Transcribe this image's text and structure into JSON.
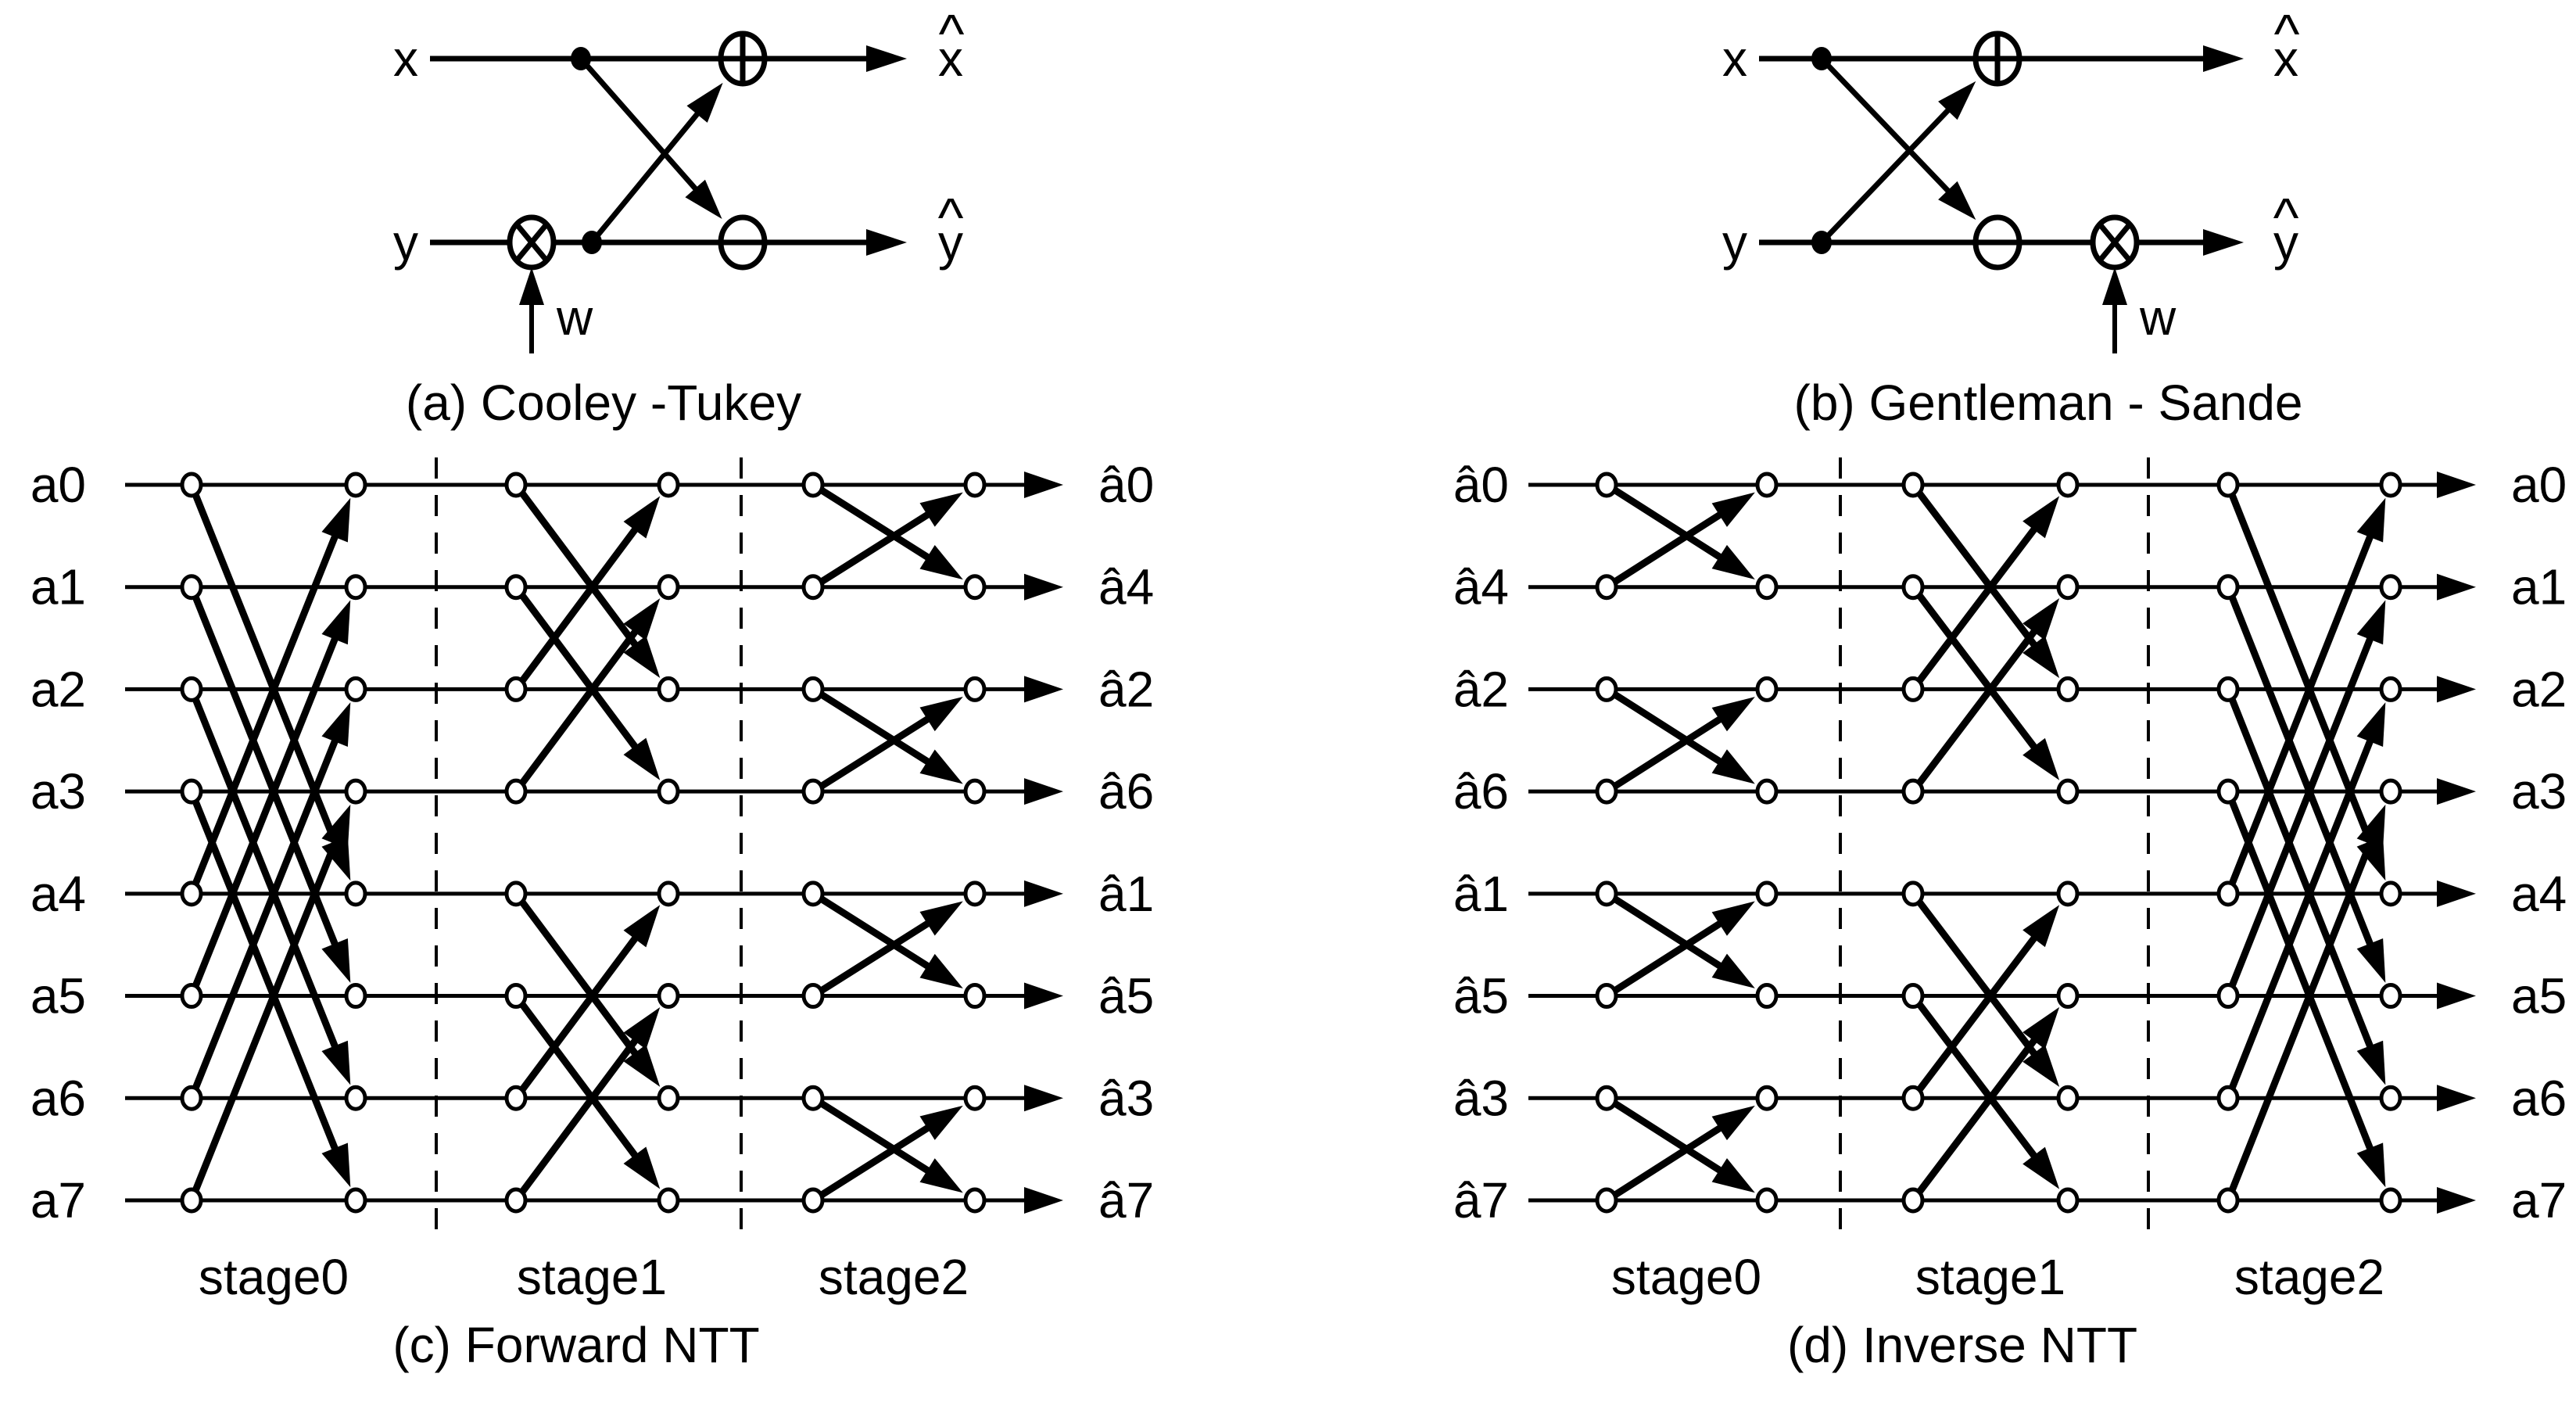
{
  "page": {
    "background": "#ffffff",
    "ink": "#000000"
  },
  "butterflies": [
    {
      "caption": "(a) Cooley -Tukey",
      "input_top": "x",
      "input_bottom": "y",
      "output_top": "x",
      "output_bottom": "y",
      "hat_mark": "^",
      "twiddle_label": "w",
      "top_operator": "plus-circle",
      "bottom_operator": "minus-circle",
      "multiplier_operator": "times-circle",
      "multiplier_position": "input-side"
    },
    {
      "caption": "(b) Gentleman - Sande",
      "input_top": "x",
      "input_bottom": "y",
      "output_top": "x",
      "output_bottom": "y",
      "hat_mark": "^",
      "twiddle_label": "w",
      "top_operator": "plus-circle",
      "bottom_operator": "minus-circle",
      "multiplier_operator": "times-circle",
      "multiplier_position": "output-side"
    }
  ],
  "flows": [
    {
      "caption": "(c) Forward NTT",
      "inputs": [
        "a0",
        "a1",
        "a2",
        "a3",
        "a4",
        "a5",
        "a6",
        "a7"
      ],
      "outputs": [
        "â0",
        "â4",
        "â2",
        "â6",
        "â1",
        "â5",
        "â3",
        "â7"
      ],
      "stages": [
        {
          "label": "stage0",
          "pairs": [
            [
              0,
              4
            ],
            [
              1,
              5
            ],
            [
              2,
              6
            ],
            [
              3,
              7
            ]
          ]
        },
        {
          "label": "stage1",
          "pairs": [
            [
              0,
              2
            ],
            [
              1,
              3
            ],
            [
              4,
              6
            ],
            [
              5,
              7
            ]
          ]
        },
        {
          "label": "stage2",
          "pairs": [
            [
              0,
              1
            ],
            [
              2,
              3
            ],
            [
              4,
              5
            ],
            [
              6,
              7
            ]
          ]
        }
      ]
    },
    {
      "caption": "(d) Inverse NTT",
      "inputs": [
        "â0",
        "â4",
        "â2",
        "â6",
        "â1",
        "â5",
        "â3",
        "â7"
      ],
      "outputs": [
        "a0",
        "a1",
        "a2",
        "a3",
        "a4",
        "a5",
        "a6",
        "a7"
      ],
      "stages": [
        {
          "label": "stage0",
          "pairs": [
            [
              0,
              1
            ],
            [
              2,
              3
            ],
            [
              4,
              5
            ],
            [
              6,
              7
            ]
          ]
        },
        {
          "label": "stage1",
          "pairs": [
            [
              0,
              2
            ],
            [
              1,
              3
            ],
            [
              4,
              6
            ],
            [
              5,
              7
            ]
          ]
        },
        {
          "label": "stage2",
          "pairs": [
            [
              0,
              4
            ],
            [
              1,
              5
            ],
            [
              2,
              6
            ],
            [
              3,
              7
            ]
          ]
        }
      ]
    }
  ]
}
